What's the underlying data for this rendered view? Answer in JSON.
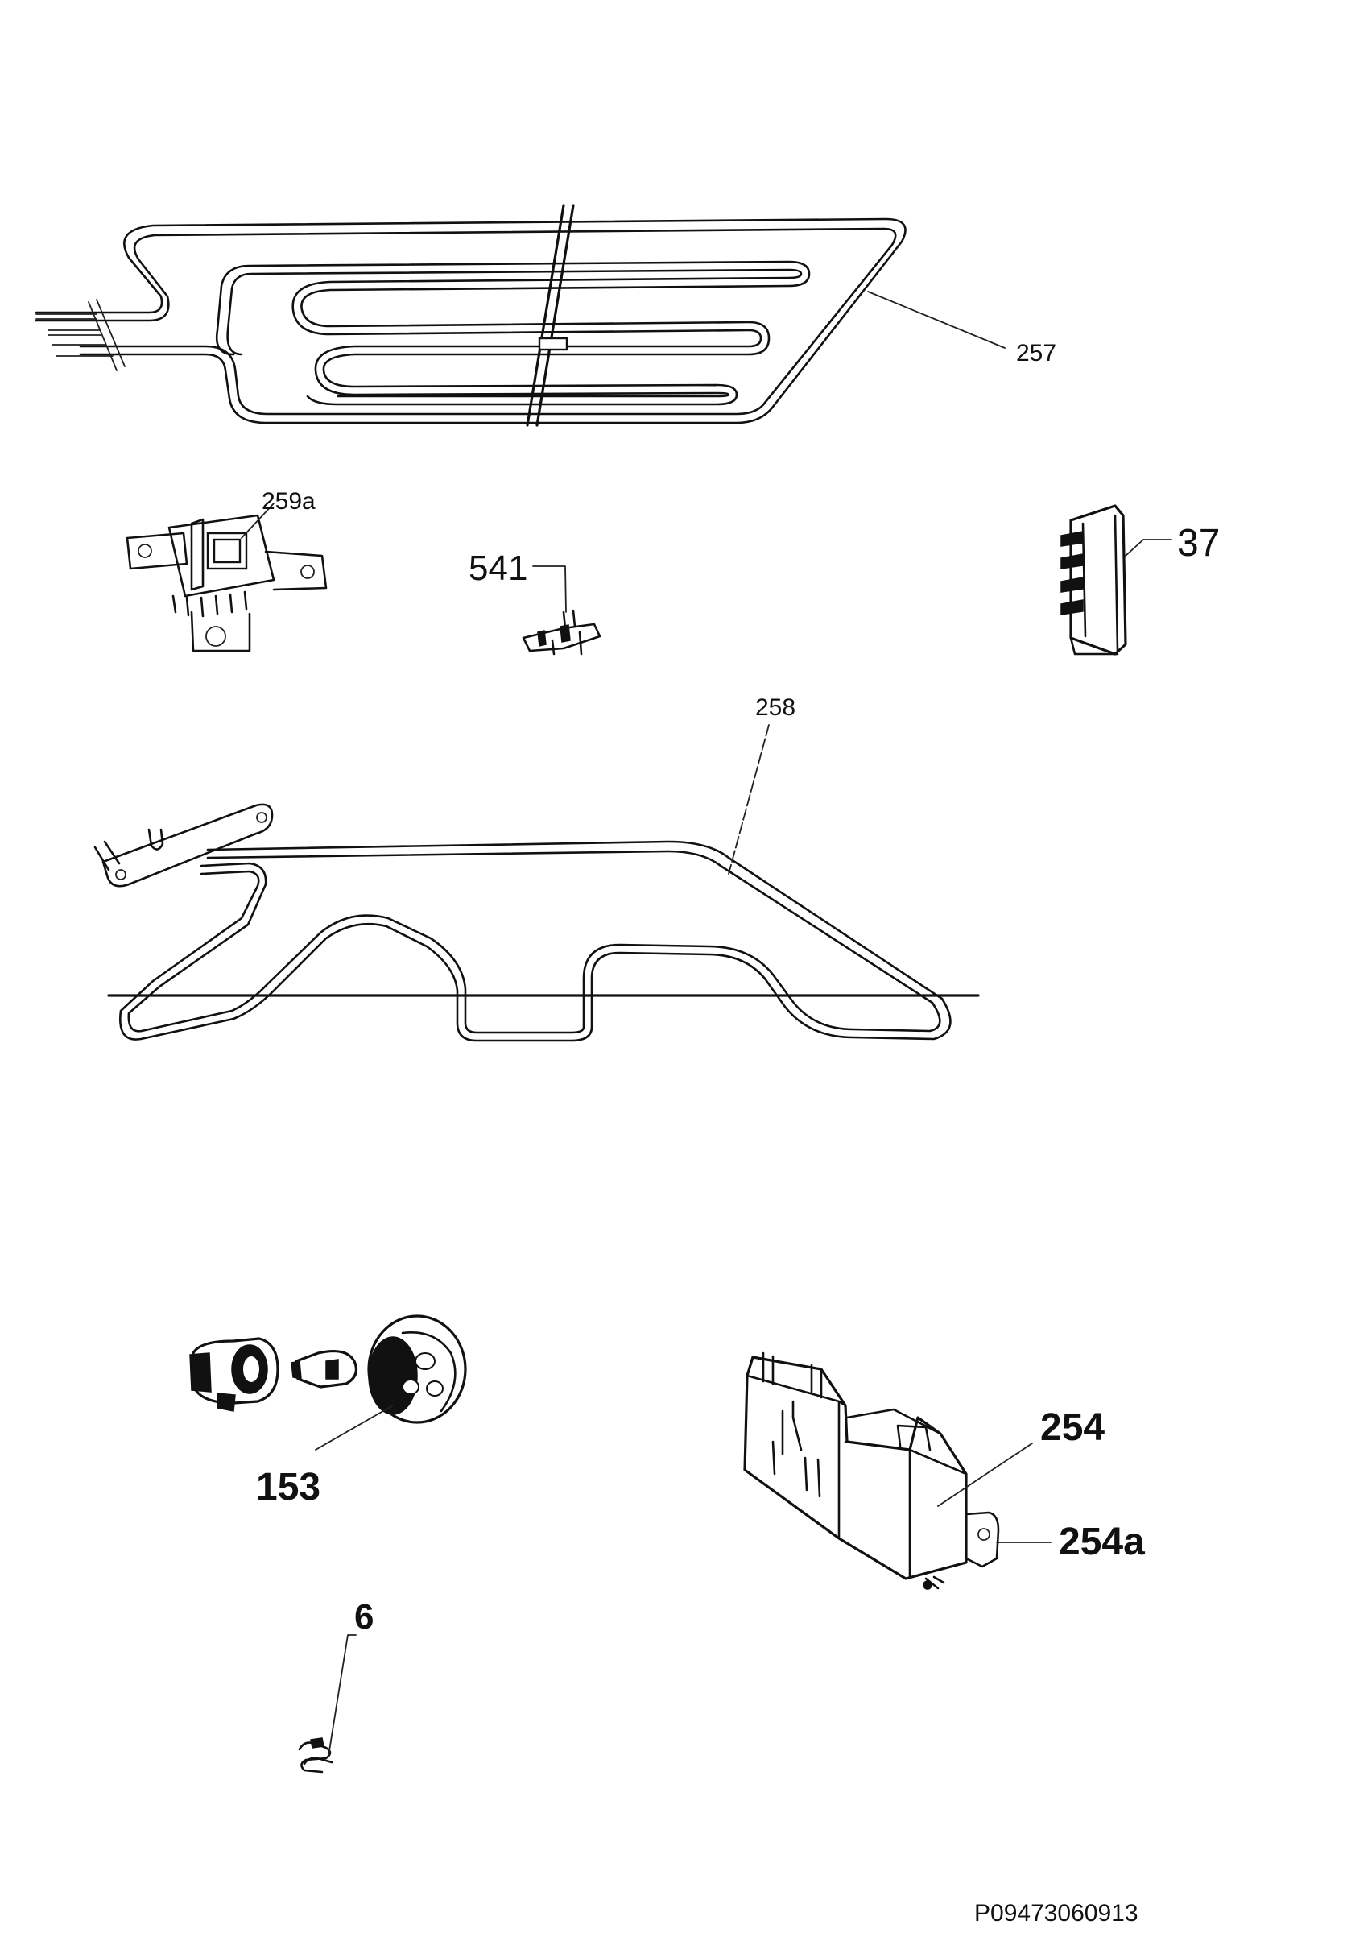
{
  "diagram": {
    "labels": {
      "p257": "257",
      "p259a": "259a",
      "p541": "541",
      "p37": "37",
      "p258": "258",
      "p153": "153",
      "p254": "254",
      "p254a": "254a",
      "p6": "6"
    },
    "doc_id": "P09473060913"
  }
}
